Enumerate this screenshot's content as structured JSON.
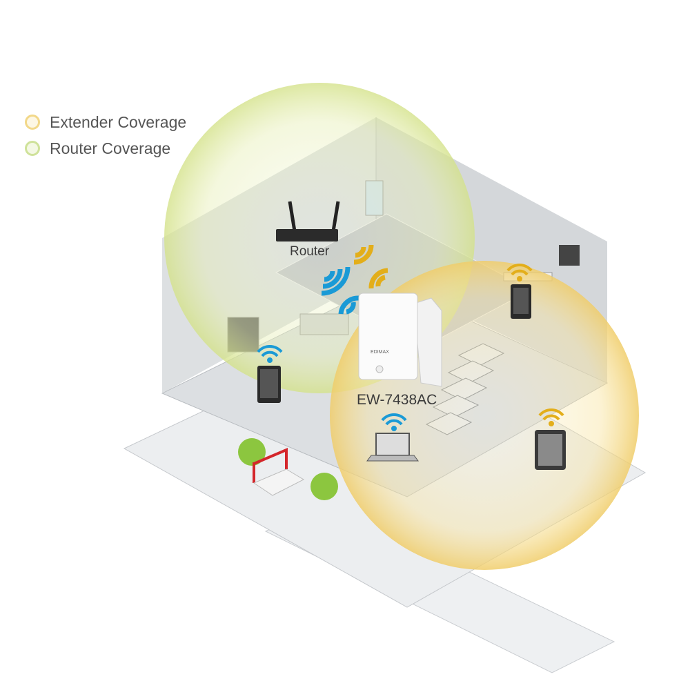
{
  "legend": {
    "items": [
      {
        "label": "Extender Coverage",
        "color": "#f2d889"
      },
      {
        "label": "Router Coverage",
        "color": "#cfe29a"
      }
    ]
  },
  "labels": {
    "router": "Router",
    "extender": "EW-7438AC",
    "brand": "EDIMAX"
  },
  "colors": {
    "router_signal": "#1a9ad6",
    "extender_signal": "#e3ae1a",
    "router_coverage": "#dfe9a8",
    "extender_coverage": "#f6dc8e"
  }
}
